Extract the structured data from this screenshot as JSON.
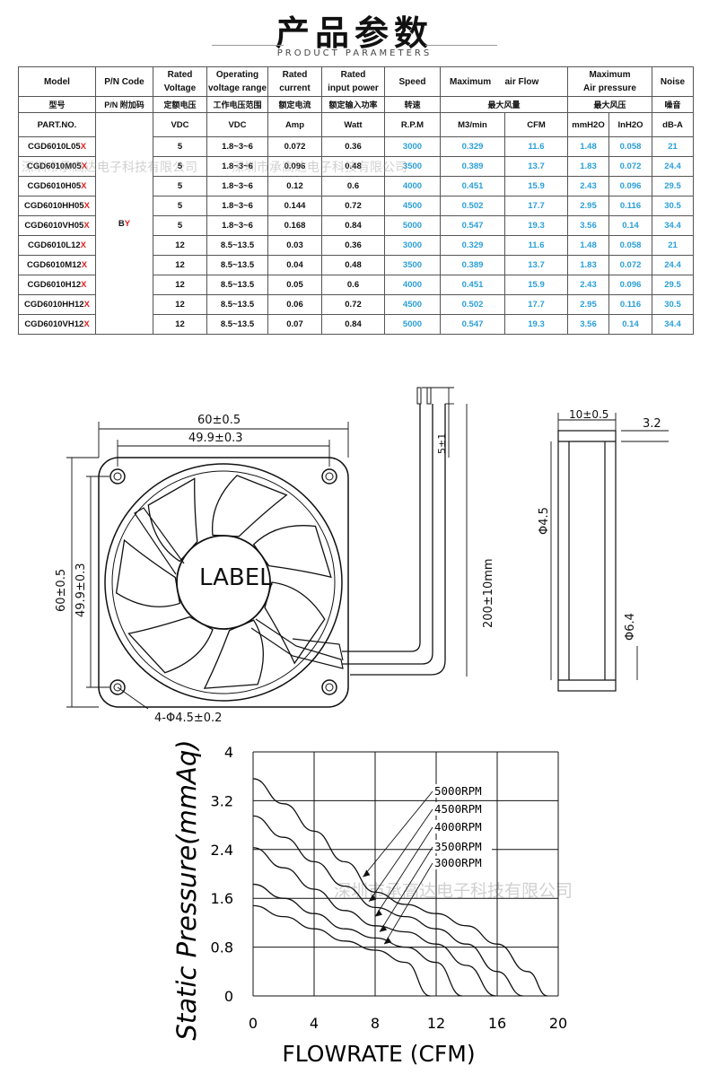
{
  "title": "产品参数",
  "subtitle": "PRODUCT PARAMETERS",
  "table": {
    "head_en": [
      "Model",
      "P/N Code",
      "Rated\nVoltage",
      "Operating\nvoltage range",
      "Rated\ncurrent",
      "Rated\ninput power",
      "Speed",
      "Maximum",
      "air Flow",
      "Maximum\nAir pressure",
      "Noise"
    ],
    "head_cn": [
      "型号",
      "P/N 附加码",
      "定额电压",
      "工作电压范围",
      "额定电流",
      "额定输入功率",
      "转速",
      "最大风量",
      "最大风压",
      "噪音"
    ],
    "units": [
      "PART.NO.",
      "VDC",
      "VDC",
      "Amp",
      "Watt",
      "R.P.M",
      "M3/min",
      "CFM",
      "mmH2O",
      "InH2O",
      "dB-A"
    ],
    "pn_code": "B",
    "pn_code_red": "Y",
    "rows": [
      {
        "model": "CGD6010L05",
        "x": "X",
        "vdc": "5",
        "range": "1.8~3~6",
        "amp": "0.072",
        "watt": "0.36",
        "rpm": "3000",
        "m3": "0.329",
        "cfm": "11.6",
        "mmh2o": "1.48",
        "inh2o": "0.058",
        "db": "21"
      },
      {
        "model": "CGD6010M05",
        "x": "X",
        "vdc": "5",
        "range": "1.8~3~6",
        "amp": "0.096",
        "watt": "0.48",
        "rpm": "3500",
        "m3": "0.389",
        "cfm": "13.7",
        "mmh2o": "1.83",
        "inh2o": "0.072",
        "db": "24.4"
      },
      {
        "model": "CGD6010H05",
        "x": "X",
        "vdc": "5",
        "range": "1.8~3~6",
        "amp": "0.12",
        "watt": "0.6",
        "rpm": "4000",
        "m3": "0.451",
        "cfm": "15.9",
        "mmh2o": "2.43",
        "inh2o": "0.096",
        "db": "29.5"
      },
      {
        "model": "CGD6010HH05",
        "x": "X",
        "vdc": "5",
        "range": "1.8~3~6",
        "amp": "0.144",
        "watt": "0.72",
        "rpm": "4500",
        "m3": "0.502",
        "cfm": "17.7",
        "mmh2o": "2.95",
        "inh2o": "0.116",
        "db": "30.5"
      },
      {
        "model": "CGD6010VH05",
        "x": "X",
        "vdc": "5",
        "range": "1.8~3~6",
        "amp": "0.168",
        "watt": "0.84",
        "rpm": "5000",
        "m3": "0.547",
        "cfm": "19.3",
        "mmh2o": "3.56",
        "inh2o": "0.14",
        "db": "34.4"
      },
      {
        "model": "CGD6010L12",
        "x": "X",
        "vdc": "12",
        "range": "8.5~13.5",
        "amp": "0.03",
        "watt": "0.36",
        "rpm": "3000",
        "m3": "0.329",
        "cfm": "11.6",
        "mmh2o": "1.48",
        "inh2o": "0.058",
        "db": "21"
      },
      {
        "model": "CGD6010M12",
        "x": "X",
        "vdc": "12",
        "range": "8.5~13.5",
        "amp": "0.04",
        "watt": "0.48",
        "rpm": "3500",
        "m3": "0.389",
        "cfm": "13.7",
        "mmh2o": "1.83",
        "inh2o": "0.072",
        "db": "24.4"
      },
      {
        "model": "CGD6010H12",
        "x": "X",
        "vdc": "12",
        "range": "8.5~13.5",
        "amp": "0.05",
        "watt": "0.6",
        "rpm": "4000",
        "m3": "0.451",
        "cfm": "15.9",
        "mmh2o": "2.43",
        "inh2o": "0.096",
        "db": "29.5"
      },
      {
        "model": "CGD6010HH12",
        "x": "X",
        "vdc": "12",
        "range": "8.5~13.5",
        "amp": "0.06",
        "watt": "0.72",
        "rpm": "4500",
        "m3": "0.502",
        "cfm": "17.7",
        "mmh2o": "2.95",
        "inh2o": "0.116",
        "db": "30.5"
      },
      {
        "model": "CGD6010VH12",
        "x": "X",
        "vdc": "12",
        "range": "8.5~13.5",
        "amp": "0.07",
        "watt": "0.84",
        "rpm": "5000",
        "m3": "0.547",
        "cfm": "19.3",
        "mmh2o": "3.56",
        "inh2o": "0.14",
        "db": "34.4"
      }
    ]
  },
  "watermark": "深圳市承高达电子科技有限公司",
  "drawing": {
    "dim_outer": "60±0.5",
    "dim_hole": "49.9±0.3",
    "dim_outer_v": "60±0.5",
    "dim_hole_v": "49.9±0.3",
    "dim_pin": "5±1",
    "dim_holes": "4-Φ4.5±0.2",
    "label": "LABEL",
    "dim_wire": "200±10mm",
    "dim_thick": "10±0.5",
    "dim_flange": "3.2",
    "dim_phi45": "Φ4.5",
    "dim_phi64": "Φ6.4"
  },
  "chart_data": {
    "type": "line",
    "ylabel": "Static Pressure(mmAq)",
    "xlabel": "FLOWRATE (CFM)",
    "xlim": [
      0,
      20
    ],
    "ylim": [
      0,
      4
    ],
    "xticks": [
      "0",
      "4",
      "8",
      "12",
      "16",
      "20"
    ],
    "yticks": [
      "0",
      "0.8",
      "1.6",
      "2.4",
      "3.2",
      "4"
    ],
    "grid": true,
    "series": [
      {
        "name": "5000RPM",
        "x": [
          0,
          2,
          4,
          6,
          8,
          10,
          12,
          14,
          16,
          18,
          19.3
        ],
        "y": [
          3.56,
          3.15,
          2.7,
          2.2,
          1.7,
          1.5,
          1.35,
          1.15,
          0.85,
          0.4,
          0
        ]
      },
      {
        "name": "4500RPM",
        "x": [
          0,
          2,
          4,
          6,
          8,
          10,
          12,
          14,
          16,
          17.7
        ],
        "y": [
          2.95,
          2.6,
          2.2,
          1.8,
          1.45,
          1.3,
          1.1,
          0.85,
          0.4,
          0
        ]
      },
      {
        "name": "4000RPM",
        "x": [
          0,
          2,
          4,
          6,
          8,
          10,
          12,
          14,
          15.9
        ],
        "y": [
          2.43,
          2.1,
          1.75,
          1.4,
          1.15,
          1.05,
          0.85,
          0.5,
          0
        ]
      },
      {
        "name": "3500RPM",
        "x": [
          0,
          2,
          4,
          6,
          8,
          10,
          12,
          13.7
        ],
        "y": [
          1.83,
          1.6,
          1.35,
          1.1,
          0.95,
          0.8,
          0.55,
          0
        ]
      },
      {
        "name": "3000RPM",
        "x": [
          0,
          2,
          4,
          6,
          8,
          10,
          11.6
        ],
        "y": [
          1.48,
          1.3,
          1.1,
          0.9,
          0.75,
          0.55,
          0
        ]
      }
    ]
  }
}
